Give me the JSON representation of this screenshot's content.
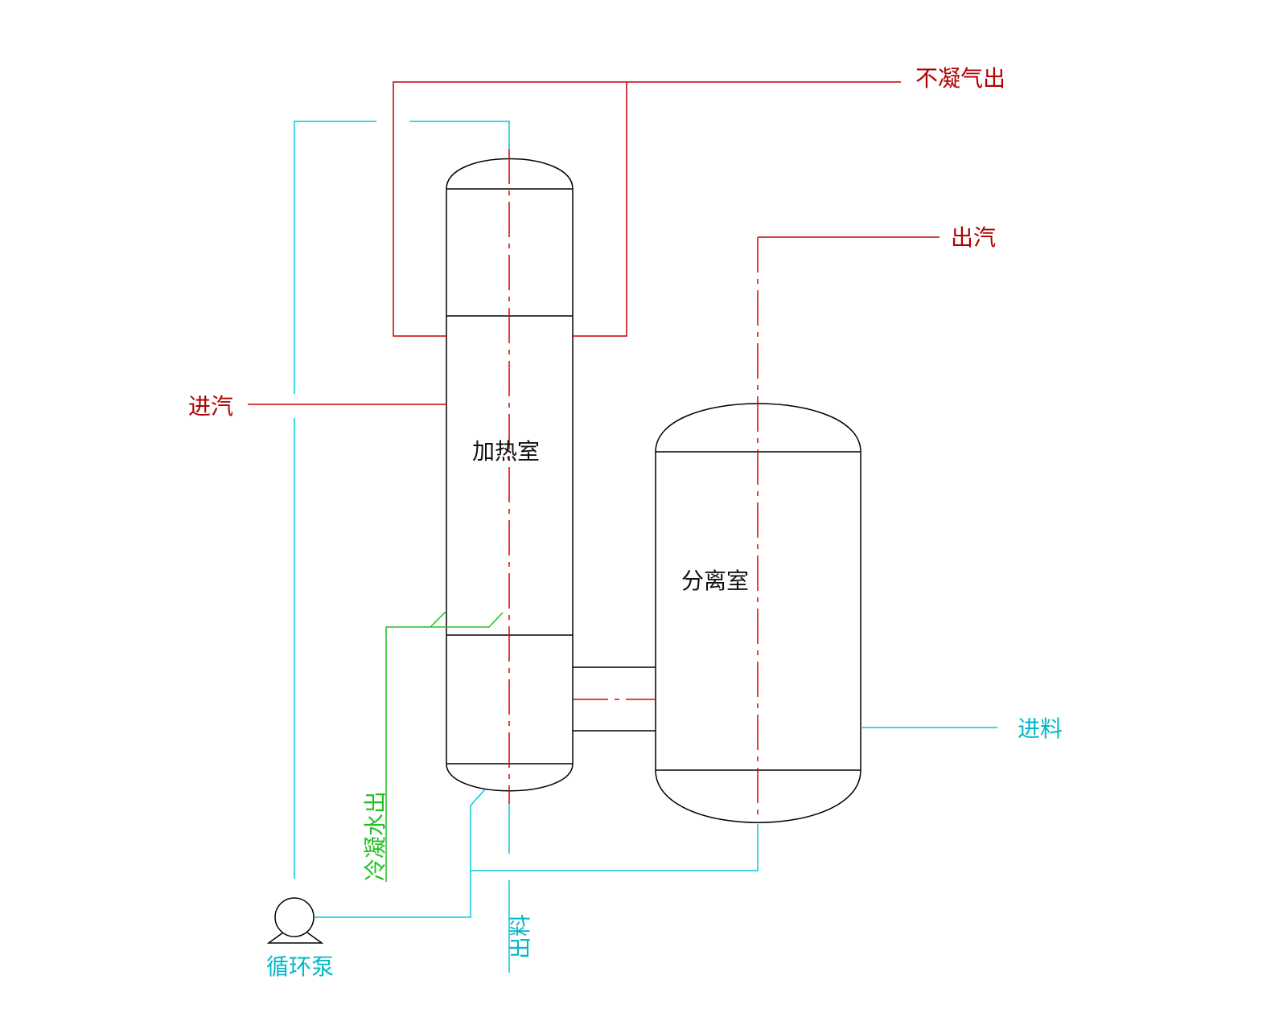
{
  "labels": {
    "heating_chamber": "加热室",
    "separation_chamber": "分离室",
    "steam_in": "进汽",
    "steam_out": "出汽",
    "noncondensable_out": "不凝气出",
    "feed_in": "进料",
    "condensate_out": "冷凝水出",
    "discharge": "出料",
    "circulation_pump": "循环泵"
  },
  "colors": {
    "equipment": "#000000",
    "steam_lines": "#c40000",
    "process_lines": "#00c8d8",
    "condensate_line": "#22c022"
  }
}
